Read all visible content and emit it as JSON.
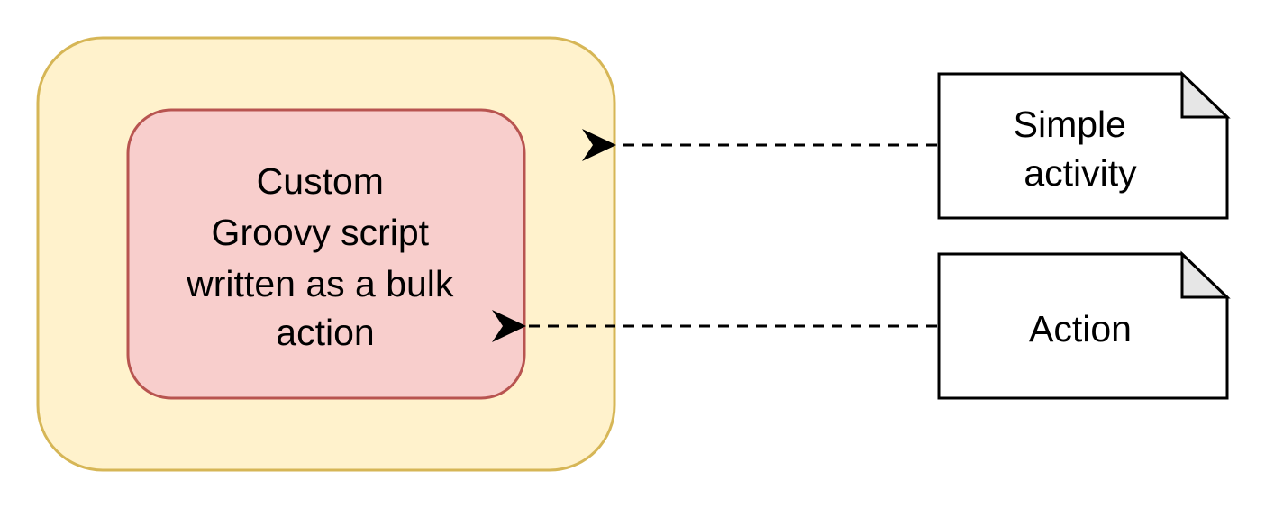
{
  "diagram": {
    "colors": {
      "outer_fill": "#fff2cc",
      "outer_stroke": "#d6b656",
      "inner_fill": "#f8cecc",
      "inner_stroke": "#b85450",
      "note_fill": "#ffffff",
      "note_fold_fill": "#e6e6e6",
      "line_color": "#000000"
    },
    "inner_box": {
      "lines": [
        "Custom",
        "Groovy script",
        "written as a bulk",
        "action"
      ]
    },
    "notes": {
      "simple_activity": {
        "lines": [
          "Simple",
          "activity"
        ]
      },
      "action": {
        "lines": [
          "Action"
        ]
      }
    },
    "edges": [
      {
        "from": "simple-activity-note",
        "to": "outer-container",
        "style": "dashed"
      },
      {
        "from": "action-note",
        "to": "inner-script-box",
        "style": "dashed"
      }
    ]
  }
}
